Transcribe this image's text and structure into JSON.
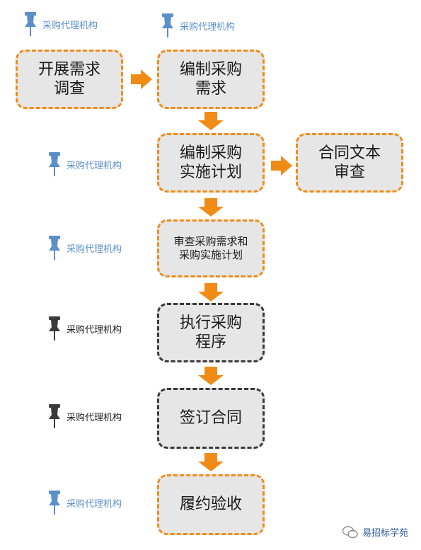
{
  "agency_label": "采购代理机构",
  "steps": {
    "survey": "开展需求\n调查",
    "prepare_needs": "编制采购\n需求",
    "prepare_plan": "编制采购\n实施计划",
    "contract_review": "合同文本\n审查",
    "review_needs_plan": "审查采购需求和\n采购实施计划",
    "execute": "执行采购\n程序",
    "sign": "签订合同",
    "acceptance": "履约验收"
  },
  "watermark": "易招标学苑",
  "colors": {
    "orange": "#f08c16",
    "blue_pin": "#5a8fc9",
    "dark": "#3a3a3a",
    "box_fill": "#e6e6e6"
  }
}
